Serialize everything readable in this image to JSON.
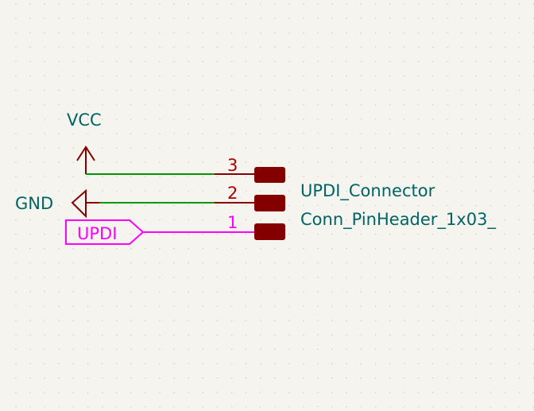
{
  "colors": {
    "background": "#f5f4ef",
    "grid_dot": "#c8c8c4",
    "power_symbol": "#840000",
    "wire": "#009600",
    "pin": "#840000",
    "label_text": "#006464",
    "global_label": "#ff00ff",
    "pin_number": "#a90000"
  },
  "power_symbols": [
    {
      "name": "VCC",
      "type": "power-arrow-up"
    },
    {
      "name": "GND",
      "type": "power-triangle-left"
    }
  ],
  "global_labels": [
    {
      "text": "UPDI",
      "shape": "output"
    }
  ],
  "component": {
    "reference": "UPDI_Connector",
    "value": "Conn_PinHeader_1x03_",
    "pins": [
      {
        "number": "3",
        "net": "VCC"
      },
      {
        "number": "2",
        "net": "GND"
      },
      {
        "number": "1",
        "net": "UPDI"
      }
    ]
  }
}
